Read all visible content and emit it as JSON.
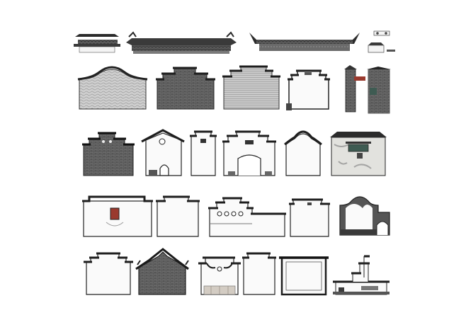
{
  "sheet": {
    "background": "#ffffff",
    "ink": "#2a2a2a",
    "stone": "#bdbdbd",
    "brick": "#6e6e6e",
    "plaster": "#f7f7f5",
    "accent_red": "#9a3a2e",
    "accent_green": "#3e5b52"
  },
  "rows": [
    {
      "row": "roof-elements",
      "items": [
        {
          "kind": "small-gable-roof",
          "icon": "roof-icon"
        },
        {
          "kind": "long-tile-roof",
          "icon": "roof-icon"
        },
        {
          "kind": "long-upturned-roof",
          "icon": "roof-icon"
        },
        {
          "kind": "ridge-ornaments",
          "icon": "ornament-icon"
        }
      ]
    },
    {
      "row": "textured-walls",
      "items": [
        {
          "kind": "curved-stone-wall",
          "icon": "wall-icon"
        },
        {
          "kind": "stepped-brick-wall",
          "icon": "wall-icon"
        },
        {
          "kind": "stepped-grey-wall",
          "icon": "wall-icon"
        },
        {
          "kind": "white-gable-wall",
          "icon": "wall-icon"
        },
        {
          "kind": "gate-pillars",
          "icon": "gate-icon"
        }
      ]
    },
    {
      "row": "gates-and-facades",
      "items": [
        {
          "kind": "brick-horse-head-wall",
          "icon": "wall-icon"
        },
        {
          "kind": "arched-gatehouse",
          "icon": "gate-icon"
        },
        {
          "kind": "narrow-tower-wall",
          "icon": "wall-icon"
        },
        {
          "kind": "portal-wall",
          "icon": "gate-icon"
        },
        {
          "kind": "cloud-gable-wall",
          "icon": "wall-icon"
        },
        {
          "kind": "weathered-facade",
          "icon": "wall-icon"
        }
      ]
    },
    {
      "row": "white-facades",
      "items": [
        {
          "kind": "wall-with-window",
          "icon": "window-icon"
        },
        {
          "kind": "plain-horse-head-wall",
          "icon": "wall-icon"
        },
        {
          "kind": "wall-with-round-windows",
          "icon": "window-icon"
        },
        {
          "kind": "simple-white-wall",
          "icon": "wall-icon"
        },
        {
          "kind": "arched-courtyard-wall",
          "icon": "gate-icon"
        }
      ]
    },
    {
      "row": "gable-variants",
      "items": [
        {
          "kind": "stepped-white-wall",
          "icon": "wall-icon"
        },
        {
          "kind": "dark-brick-gable",
          "icon": "wall-icon"
        },
        {
          "kind": "gate-with-stone-base",
          "icon": "gate-icon"
        },
        {
          "kind": "tall-white-wall",
          "icon": "wall-icon"
        },
        {
          "kind": "framed-wall",
          "icon": "wall-icon"
        },
        {
          "kind": "stepped-pavilion",
          "icon": "wall-icon"
        }
      ]
    }
  ]
}
